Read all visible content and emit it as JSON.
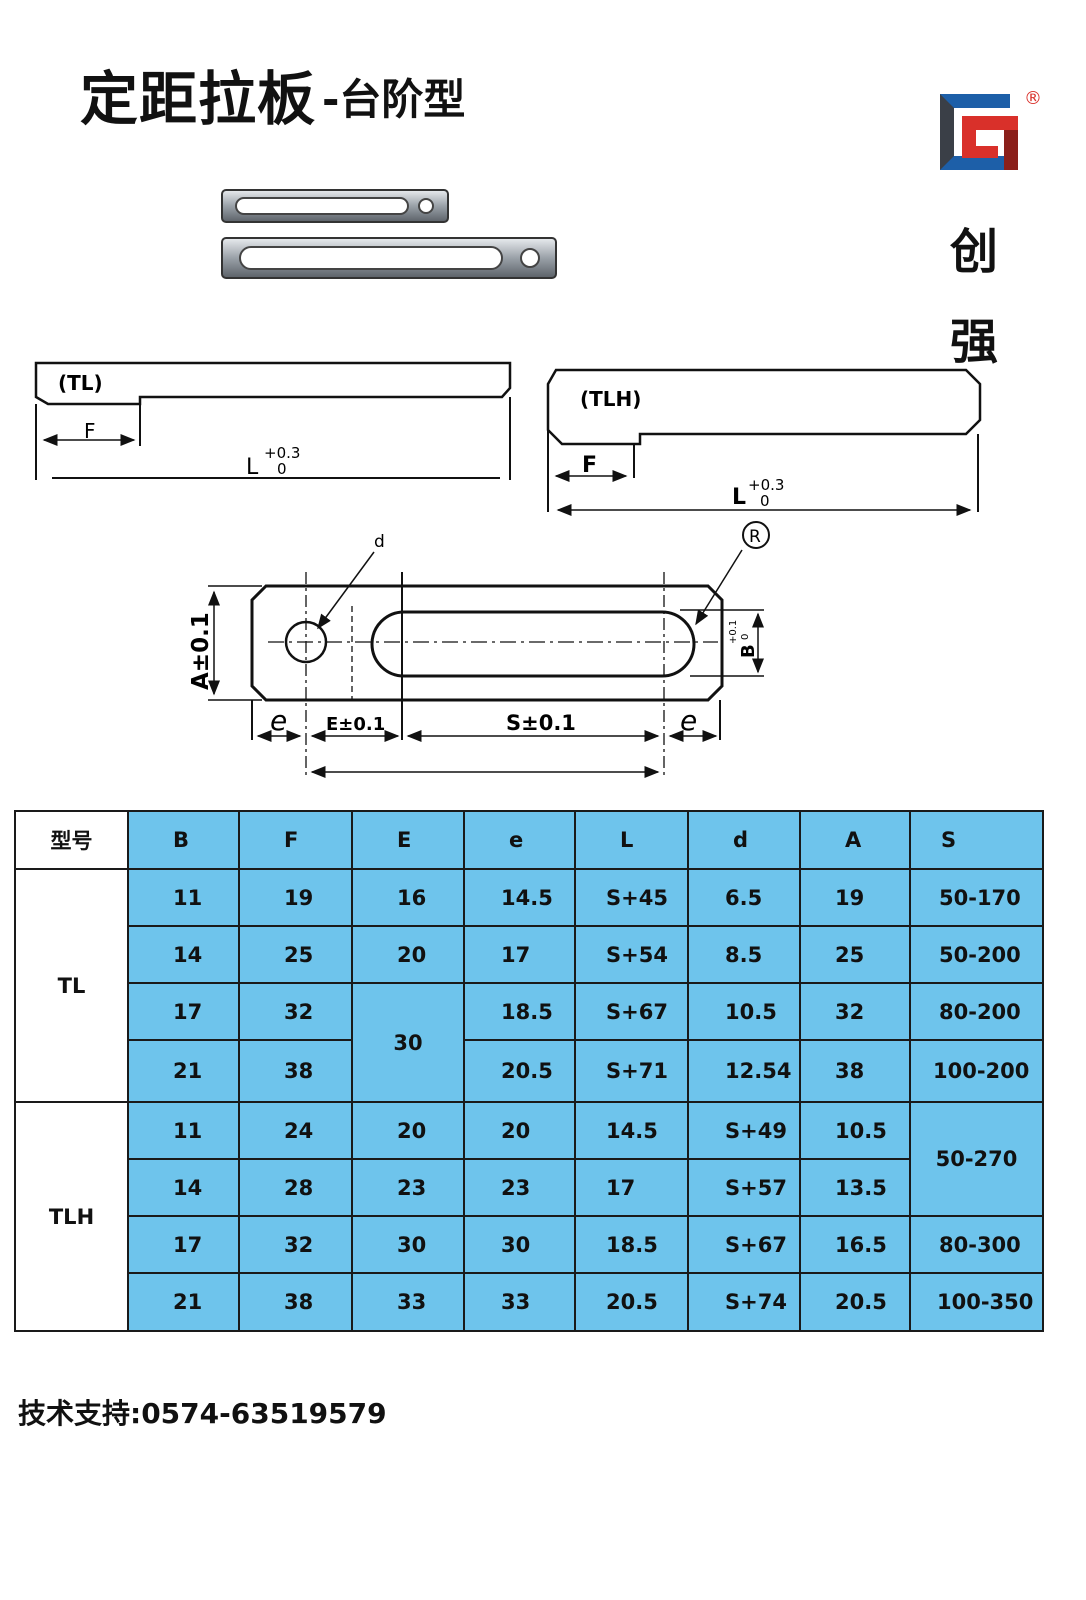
{
  "title": {
    "main": "定距拉板",
    "sub": "-台阶型"
  },
  "brand": {
    "char1": "创",
    "char2": "强",
    "registered": "®"
  },
  "drawing": {
    "tl_label": "(TL)",
    "tlh_label": "(TLH)",
    "dim_f": "F",
    "dim_l": "L",
    "tol_plus": "+0.3",
    "tol_zero": "0",
    "dim_d": "d",
    "dim_r": "R",
    "dim_a": "A±0.1",
    "dim_b": "B",
    "tol_b_plus": "+0.1",
    "tol_b_zero": "0",
    "dim_e_left": "e",
    "dim_e_right": "e",
    "dim_e_tol": "E±0.1",
    "dim_s_tol": "S±0.1"
  },
  "table": {
    "headers": [
      "型号",
      "B",
      "F",
      "E",
      "e",
      "L",
      "d",
      "A",
      "S"
    ],
    "groups": [
      {
        "model": "TL",
        "rows": [
          {
            "B": "11",
            "F": "19",
            "E": "16",
            "e": "14.5",
            "L": "S+45",
            "d": "6.5",
            "A": "19",
            "S": "50-170"
          },
          {
            "B": "14",
            "F": "25",
            "E": "20",
            "e": "17",
            "L": "S+54",
            "d": "8.5",
            "A": "25",
            "S": "50-200"
          },
          {
            "B": "17",
            "F": "32",
            "E": "30",
            "e": "18.5",
            "L": "S+67",
            "d": "10.5",
            "A": "32",
            "S": "80-200"
          },
          {
            "B": "21",
            "F": "38",
            "e": "20.5",
            "L": "S+71",
            "d": "12.54",
            "A": "38",
            "S": "100-200"
          }
        ]
      },
      {
        "model": "TLH",
        "rows": [
          {
            "B": "11",
            "F": "24",
            "E": "20",
            "e": "20",
            "L": "14.5",
            "d": "S+49",
            "A": "10.5",
            "S": "50-270"
          },
          {
            "B": "14",
            "F": "28",
            "E": "23",
            "e": "23",
            "L": "17",
            "d": "S+57",
            "A": "13.5"
          },
          {
            "B": "17",
            "F": "32",
            "E": "30",
            "e": "30",
            "L": "18.5",
            "d": "S+67",
            "A": "16.5",
            "S": "80-300"
          },
          {
            "B": "21",
            "F": "38",
            "E": "33",
            "e": "33",
            "L": "20.5",
            "d": "S+74",
            "A": "20.5",
            "S": "100-350"
          }
        ]
      }
    ]
  },
  "footer": {
    "support": "技术支持:0574-63519579"
  },
  "colors": {
    "table_blue": "#6ec4ec",
    "logo_blue": "#1d5fa8",
    "logo_red": "#d9302a",
    "logo_dark": "#3a3f47"
  }
}
